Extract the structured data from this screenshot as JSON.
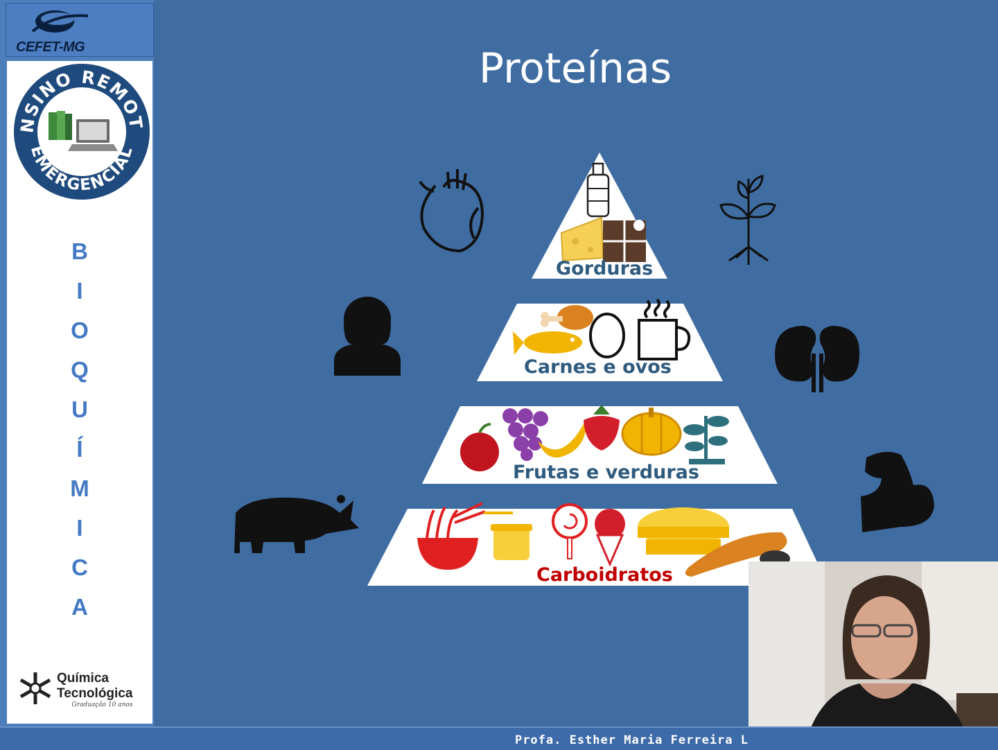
{
  "slide": {
    "title": "Proteínas",
    "footer": "Profa. Esther Maria Ferreira L"
  },
  "sidebar": {
    "logo_text": "CEFET-MG",
    "seal_top_text": "ENSINO REMOTO",
    "seal_bottom_text": "EMERGENCIAL",
    "vertical_letters": [
      "B",
      "I",
      "O",
      "Q",
      "U",
      "Í",
      "M",
      "I",
      "C",
      "A"
    ],
    "course_line1": "Química",
    "course_line2": "Tecnológica",
    "course_signature": "Graduação 10 anos"
  },
  "pyramid": {
    "tiers": [
      {
        "label": "Gorduras",
        "color": "#2e5b7e"
      },
      {
        "label": "Carnes e ovos",
        "color": "#2e5b7e"
      },
      {
        "label": "Frutas e verduras",
        "color": "#2e5b7e"
      },
      {
        "label": "Carboidratos",
        "color": "#c00000"
      }
    ]
  },
  "icons": [
    "heart-icon",
    "plant-icon",
    "woman-icon",
    "kidneys-icon",
    "rhino-icon",
    "muscle-icon"
  ],
  "colors": {
    "background": "#3f6da2",
    "sidebar": "#4d7fbd",
    "accent_text": "#4479c4"
  }
}
